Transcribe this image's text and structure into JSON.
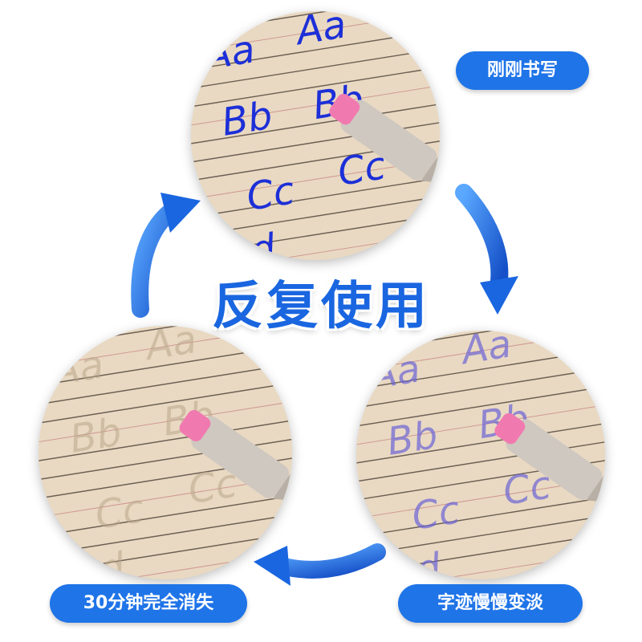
{
  "headline": "反复使用",
  "stages": [
    {
      "label": "刚刚书写",
      "ink_color": "#1c2fd8",
      "ink_opacity": 1.0
    },
    {
      "label": "字迹慢慢变淡",
      "ink_color": "#6a63d6",
      "ink_opacity": 0.7
    },
    {
      "label": "30分钟完全消失",
      "ink_color": "#b9a58a",
      "ink_opacity": 0.55
    }
  ],
  "letters": [
    "Aa",
    "Bb",
    "Cc",
    "Dd"
  ],
  "colors": {
    "accent": "#1f74e8",
    "paper": "#e9d9c2",
    "arrow": "#1a66e0"
  }
}
